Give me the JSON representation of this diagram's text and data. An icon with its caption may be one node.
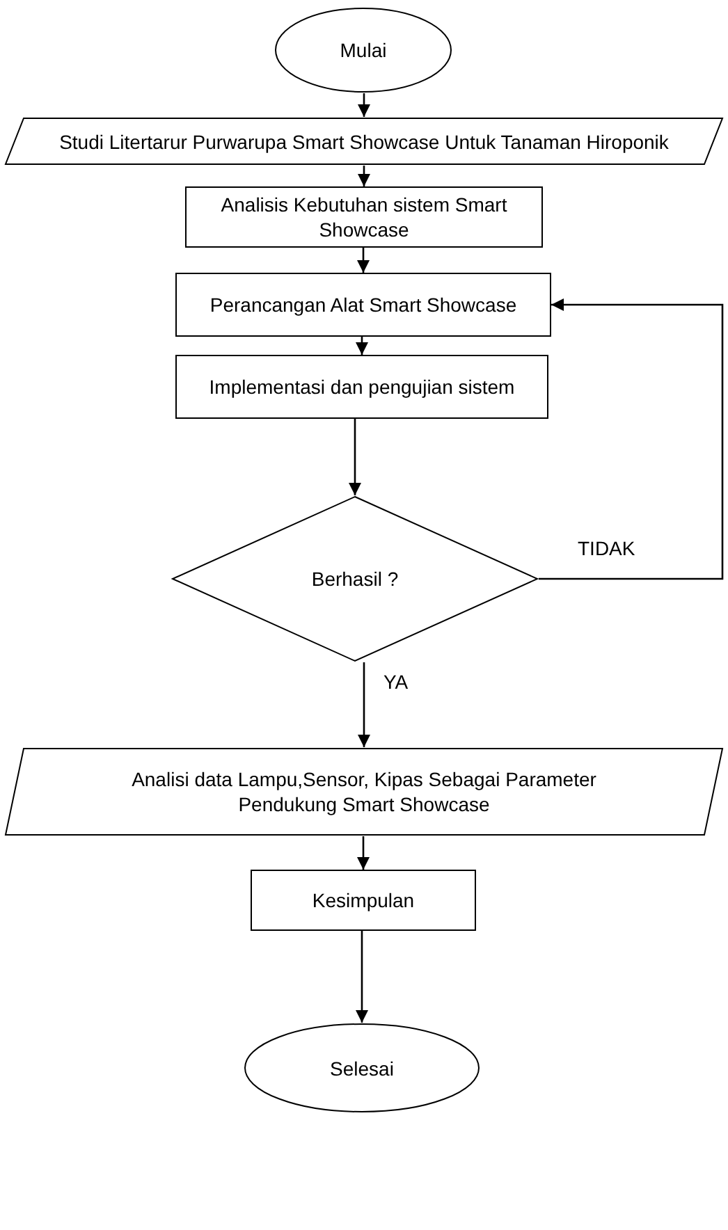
{
  "diagram": {
    "nodes": [
      {
        "text": [
          "Mulai"
        ]
      },
      {
        "text": [
          "Studi Litertarur Purwarupa Smart Showcase Untuk Tanaman Hiroponik"
        ]
      },
      {
        "text": [
          "Analisis Kebutuhan sistem Smart Showcase"
        ]
      },
      {
        "text": [
          "Perancangan Alat Smart Showcase"
        ]
      },
      {
        "text": [
          "Implementasi dan pengujian sistem"
        ]
      },
      {
        "text": [
          "Berhasil ?"
        ]
      },
      {
        "text": [
          "Analisi data Lampu,Sensor, Kipas Sebagai Parameter Pendukung Smart Showcase"
        ]
      },
      {
        "text": [
          "Kesimpulan"
        ]
      },
      {
        "text": [
          "Selesai"
        ]
      }
    ],
    "edges": [
      {
        "from": 0,
        "to": 1,
        "arrow": "to"
      },
      {
        "from": 1,
        "to": 2,
        "arrow": "to"
      },
      {
        "from": 2,
        "to": 3,
        "arrow": "to"
      },
      {
        "from": 3,
        "to": 4,
        "arrow": "to"
      },
      {
        "from": 4,
        "to": 5,
        "arrow": "to"
      },
      {
        "from": 5,
        "to": 6,
        "arrow": "to",
        "label": "YA"
      },
      {
        "from": 5,
        "to": 3,
        "arrow": "to",
        "label": "TIDAK"
      },
      {
        "from": 6,
        "to": 7,
        "arrow": "to"
      },
      {
        "from": 7,
        "to": 8,
        "arrow": "to"
      }
    ]
  }
}
